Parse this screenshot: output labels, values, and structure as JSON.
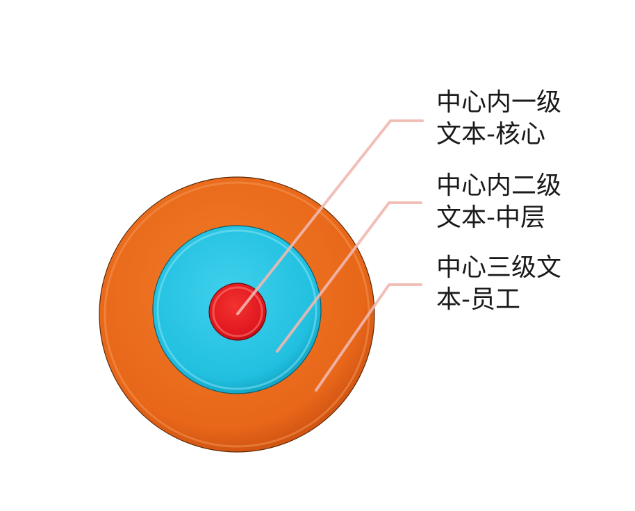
{
  "colors": {
    "outer_ring": "#e8671a",
    "middle_ring": "#22c0e0",
    "core": "#e0161e",
    "leader_line": "#f0b8b0"
  },
  "labels": {
    "core": {
      "line1": "中心内一级",
      "line2": "文本-核心"
    },
    "middle": {
      "line1": "中心内二级",
      "line2": "文本-中层"
    },
    "outer": {
      "line1": "中心三级文",
      "line2": "本-员工"
    }
  }
}
